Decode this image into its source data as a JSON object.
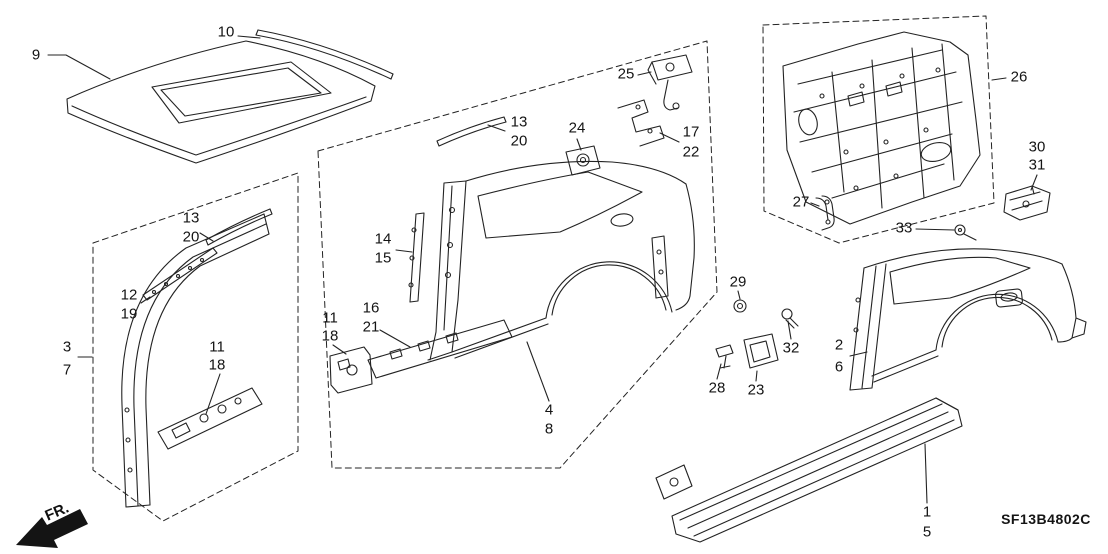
{
  "diagram_code": "SF13B4802C",
  "direction_label": "FR.",
  "callouts": {
    "n9": "9",
    "n10": "10",
    "n13_top": "13",
    "n20_top": "20",
    "n24": "24",
    "n25": "25",
    "n17": "17",
    "n22": "22",
    "n26": "26",
    "n30": "30",
    "n31": "31",
    "n13_left": "13",
    "n20_left": "20",
    "n14": "14",
    "n15": "15",
    "n12": "12",
    "n19": "19",
    "n3": "3",
    "n7": "7",
    "n11_mid": "11",
    "n18_mid": "18",
    "n16": "16",
    "n21": "21",
    "n11_left": "11",
    "n18_left": "18",
    "n29": "29",
    "n33": "33",
    "n27": "27",
    "n2": "2",
    "n6": "6",
    "n32": "32",
    "n28": "28",
    "n23": "23",
    "n4": "4",
    "n8": "8",
    "n1": "1",
    "n5": "5"
  }
}
